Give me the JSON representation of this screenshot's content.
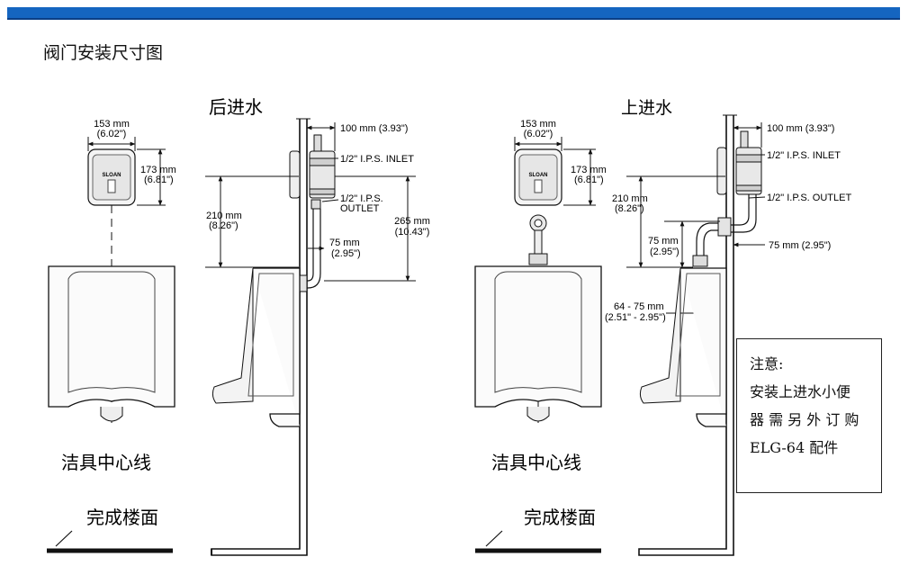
{
  "title": "阀门安装尺寸图",
  "left_view": {
    "heading": "后进水",
    "width_mm": "153 mm",
    "width_in": "(6.02\")",
    "height_mm": "173 mm",
    "height_in": "(6.81\")",
    "brand": "SLOAN",
    "dim_210_mm": "210 mm",
    "dim_210_in": "(8.26\")",
    "dim_265_mm": "265 mm",
    "dim_265_in": "(10.43\")",
    "dim_75_mm": "75 mm",
    "dim_75_in": "(2.95\")",
    "dim_100": "100 mm (3.93\")",
    "inlet": "1/2\" I.P.S. INLET",
    "outlet_1": "1/2\" I.P.S.",
    "outlet_2": "OUTLET",
    "centerline": "洁具中心线",
    "floor": "完成楼面"
  },
  "right_view": {
    "heading": "上进水",
    "width_mm": "153 mm",
    "width_in": "(6.02\")",
    "height_mm": "173 mm",
    "height_in": "(6.81\")",
    "brand": "SLOAN",
    "dim_210_mm": "210 mm",
    "dim_210_in": "(8.26\")",
    "dim_75_mm": "75 mm",
    "dim_75_in": "(2.95\")",
    "dim_100": "100 mm (3.93\")",
    "inlet": "1/2\" I.P.S. INLET",
    "outlet": "1/2\" I.P.S. OUTLET",
    "dim_75_side": "75 mm (2.95\")",
    "dim_6475_mm": "64 - 75 mm",
    "dim_6475_in": "(2.51\" - 2.95\")",
    "centerline": "洁具中心线",
    "floor": "完成楼面"
  },
  "note": {
    "title": "注意:",
    "line1": "安装上进水小便",
    "line2": "器 需 另 外 订 购",
    "line3": "ELG-64 配件"
  },
  "colors": {
    "topbar": "#1565c0",
    "line": "#111111"
  }
}
